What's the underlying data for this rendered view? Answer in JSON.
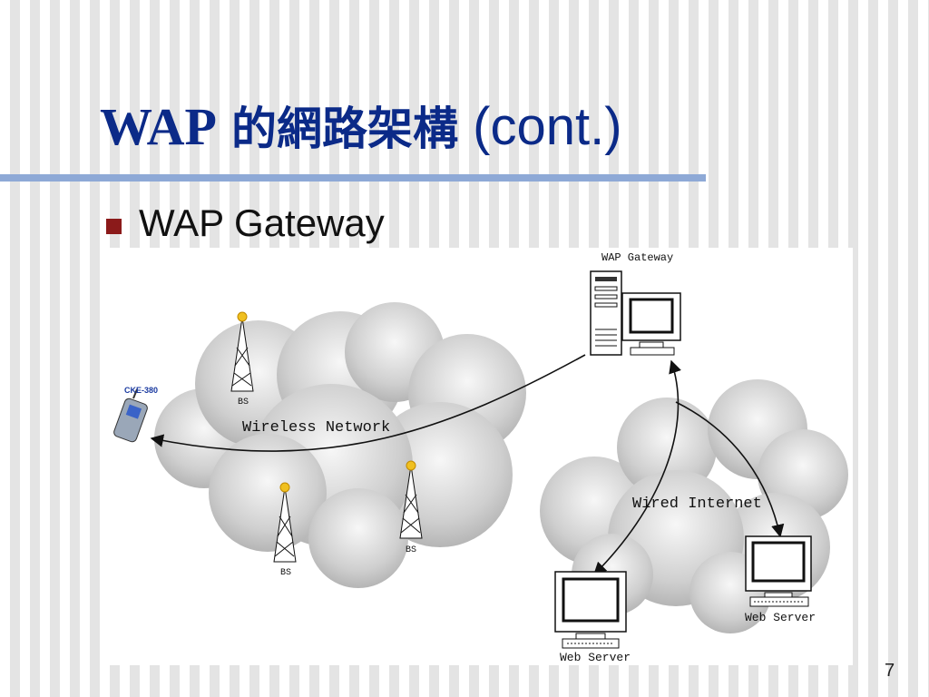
{
  "slide": {
    "title_wap": "WAP",
    "title_zh": "的網路架構",
    "title_cont": "(cont.)",
    "bullet": "WAP Gateway",
    "page_number": "7"
  },
  "diagram": {
    "nodes": {
      "gateway": "WAP Gateway",
      "bs1": "BS",
      "bs2": "BS",
      "bs3": "BS",
      "phone_sign": "CKE-380",
      "web_server_1": "Web Server",
      "web_server_2": "Web Server"
    },
    "clouds": {
      "wireless": "Wireless Network",
      "wired": "Wired Internet"
    },
    "colors": {
      "title": "#0b2a88",
      "bullet": "#8b1a1a",
      "rule": "#8ea9d6",
      "cloud": "#c8c8c8"
    }
  }
}
